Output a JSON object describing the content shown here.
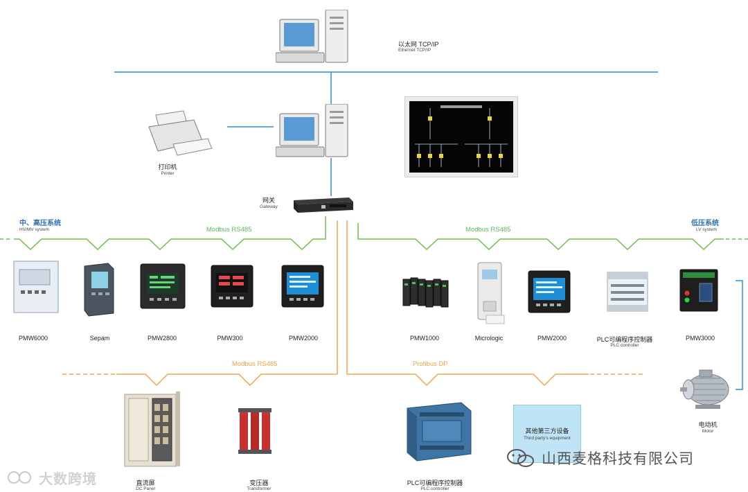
{
  "ethernet": {
    "title": "以太网 TCP/IP",
    "subtitle": "Ethernet TCP/IP"
  },
  "printer": {
    "label": "打印机",
    "sub": "Printer"
  },
  "gateway": {
    "label": "网关",
    "sub": "Gateway"
  },
  "hv_system": {
    "title": "中、高压系统",
    "sub": "HV/MV system"
  },
  "lv_system": {
    "title": "低压系统",
    "sub": "LV system"
  },
  "buses": {
    "modbus_left": "Modbus RS485",
    "modbus_right": "Modbus RS485",
    "modbus_lower": "Modbus RS485",
    "profibus": "Profibus DP"
  },
  "hv_devices": [
    "PMW6000",
    "Sepam",
    "PMW2800",
    "PMW300",
    "PMW2000"
  ],
  "lv_devices": [
    "PMW1000",
    "Micrologic",
    "PMW2000",
    "PLC可编程序控制器",
    "PMW3000"
  ],
  "lv_device_subs": {
    "plc": "PLC controller"
  },
  "motor": {
    "label": "电动机",
    "sub": "Motor"
  },
  "dc_panel": {
    "label": "直流屏",
    "sub": "DC Panel"
  },
  "transformer": {
    "label": "变压器",
    "sub": "Transformer"
  },
  "plc_bottom": {
    "label": "PLC可编程序控制器",
    "sub": "PLC controller"
  },
  "third_party": {
    "label": "其他第三方设备",
    "sub": "Third party's equipment"
  },
  "watermark_left": "大数跨境",
  "watermark_right": "山西麦格科技有限公司",
  "colors": {
    "blue_line": "#2a8fd1",
    "green_line": "#6cc04a",
    "orange_line": "#f5a34a",
    "title_blue": "#2f6fb5",
    "third_party_box": "#bfe4f5"
  }
}
